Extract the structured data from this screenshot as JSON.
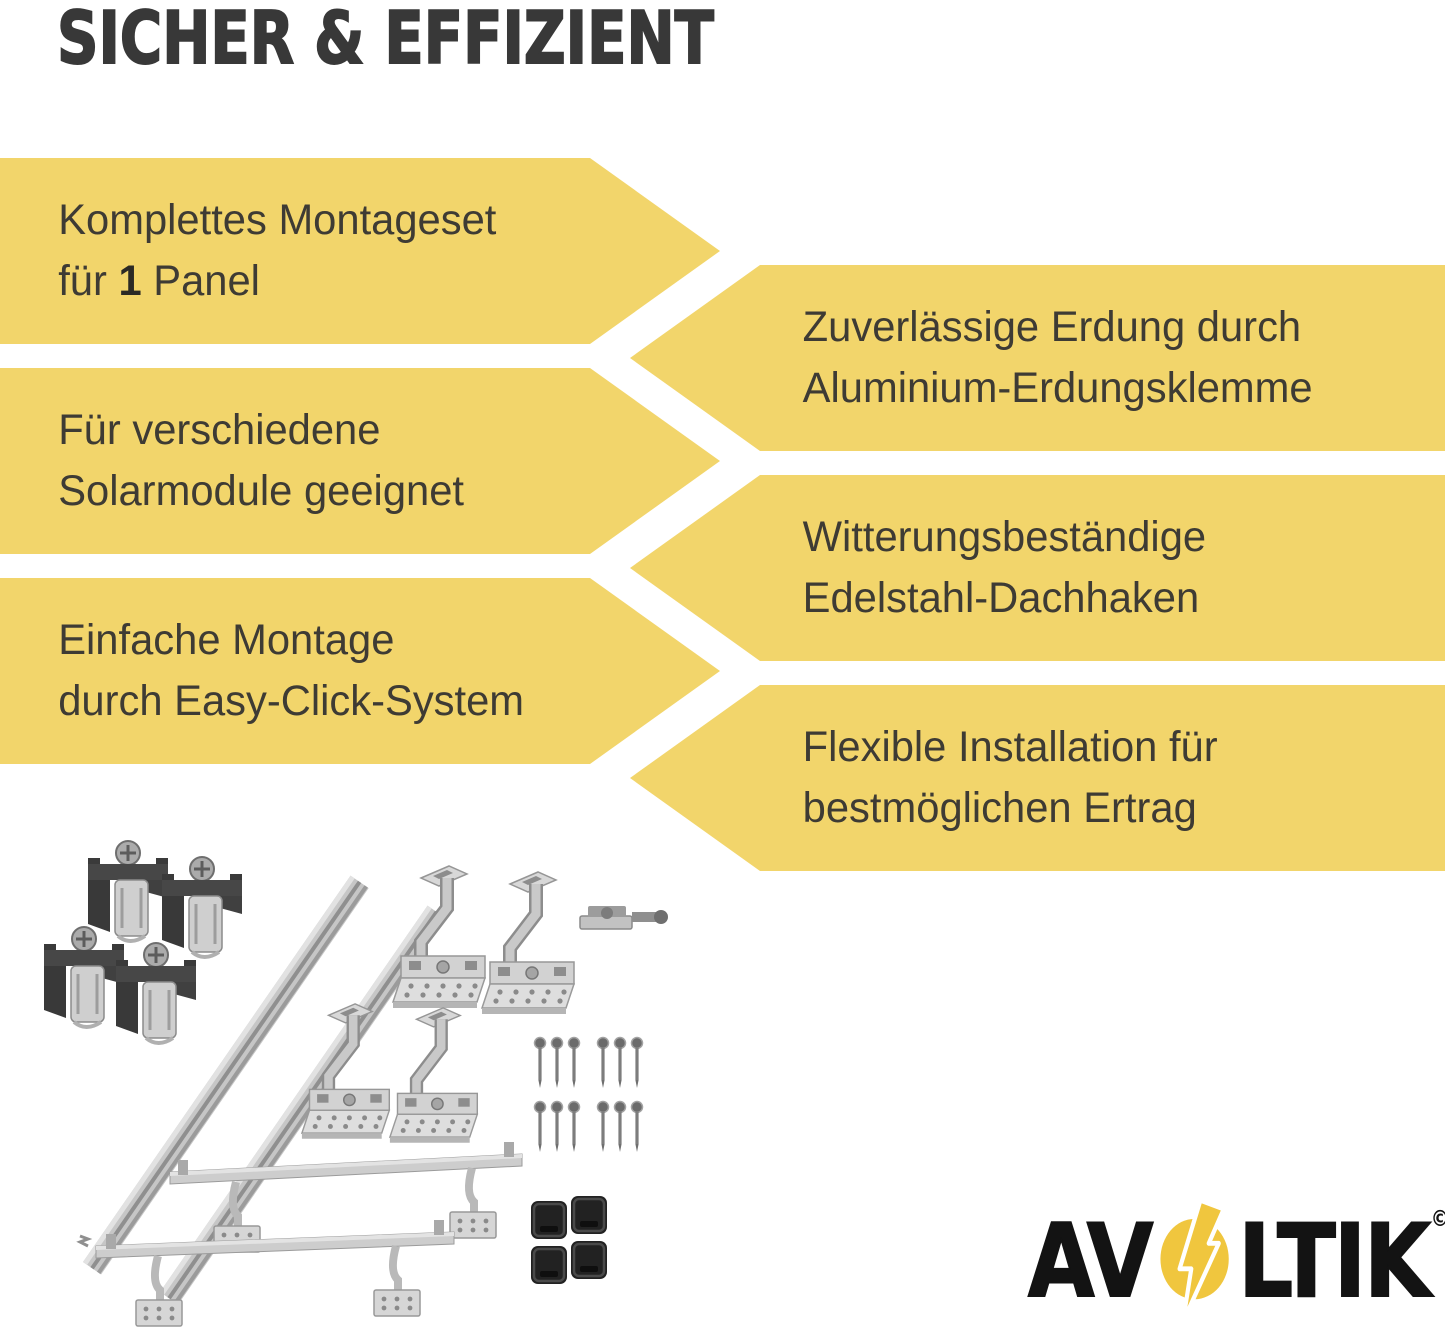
{
  "colors": {
    "background": "#FFFFFF",
    "banner_yellow": "#F2D56B",
    "title_text": "#383838",
    "body_text": "#3E3B34",
    "logo_text": "#131313",
    "logo_bolt_yellow": "#F0C63E",
    "photo_clamp_dark": "#3F3F3F",
    "photo_metal_light": "#D6D6D6"
  },
  "title": "SICHER & EFFIZIENT",
  "banners": [
    {
      "id": "complete-set",
      "side": "left",
      "line1": "Komplettes Montageset",
      "line2_prefix": "für ",
      "line2_bold": "1",
      "line2_suffix": " Panel"
    },
    {
      "id": "grounding",
      "side": "right",
      "line1": "Zuverlässige Erdung durch",
      "line2": "Aluminium-Erdungsklemme"
    },
    {
      "id": "modules",
      "side": "left",
      "line1": "Für verschiedene",
      "line2": "Solarmodule geeignet"
    },
    {
      "id": "weatherproof",
      "side": "right",
      "line1": "Witterungsbeständige",
      "line2": "Edelstahl-Dachhaken"
    },
    {
      "id": "easy-click",
      "side": "left",
      "line1": "Einfache Montage",
      "line2": "durch Easy-Click-System"
    },
    {
      "id": "flexible",
      "side": "right",
      "line1": "Flexible Installation für",
      "line2": "bestmöglichen Ertrag"
    }
  ],
  "logo": {
    "prefix": "AV",
    "suffix": "LTIK",
    "copyright": "©",
    "bolt_icon": "lightning-bolt"
  },
  "photo": {
    "items": [
      "module-clamps",
      "mounting-rails",
      "roof-hooks",
      "grounding-clamp",
      "hanger-bolts",
      "assembled-rails",
      "end-caps"
    ]
  }
}
